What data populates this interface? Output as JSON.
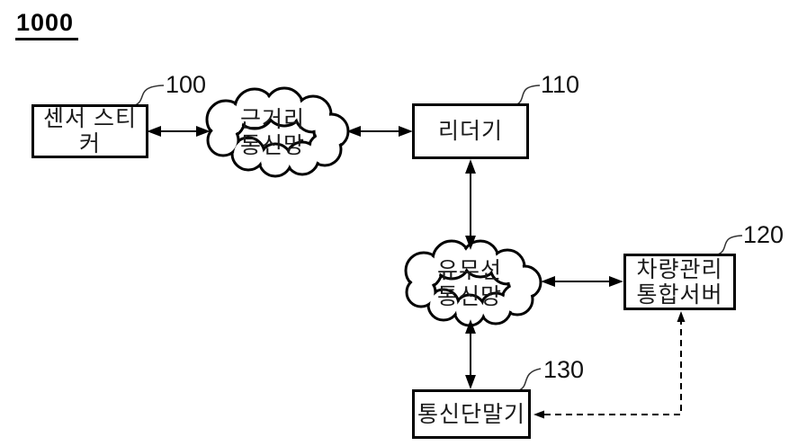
{
  "figure": {
    "number": "1000"
  },
  "nodes": {
    "sensor_sticker": {
      "label": "센서 스티커",
      "ref": "100"
    },
    "short_range_network": {
      "label_line1": "근거리",
      "label_line2": "통신망"
    },
    "reader": {
      "label": "리더기",
      "ref": "110"
    },
    "wired_wireless_network": {
      "label_line1": "유무선",
      "label_line2": "통신망"
    },
    "vehicle_server": {
      "label_line1": "차량관리",
      "label_line2": "통합서버",
      "ref": "120"
    },
    "comm_terminal": {
      "label": "통신단말기",
      "ref": "130"
    }
  },
  "edges": [
    {
      "from": "sensor_sticker",
      "to": "short_range_network",
      "style": "solid",
      "direction": "bidirectional"
    },
    {
      "from": "short_range_network",
      "to": "reader",
      "style": "solid",
      "direction": "bidirectional"
    },
    {
      "from": "reader",
      "to": "wired_wireless_network",
      "style": "solid",
      "direction": "bidirectional"
    },
    {
      "from": "wired_wireless_network",
      "to": "vehicle_server",
      "style": "solid",
      "direction": "bidirectional"
    },
    {
      "from": "wired_wireless_network",
      "to": "comm_terminal",
      "style": "solid",
      "direction": "bidirectional"
    },
    {
      "from": "comm_terminal",
      "to": "vehicle_server",
      "style": "dashed",
      "direction": "bidirectional"
    }
  ],
  "colors": {
    "line": "#000000",
    "background": "#ffffff",
    "text": "#1a1a1a"
  }
}
